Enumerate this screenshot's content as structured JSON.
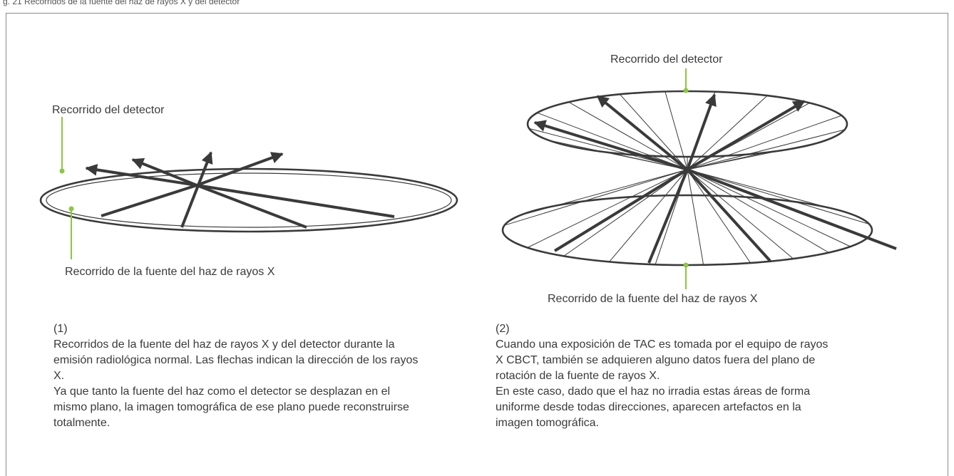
{
  "top_caption": "g. 21 Recorridos de la fuente del haz de rayos X y del detector",
  "figure1": {
    "label_detector": "Recorrido del detector",
    "label_source": "Recorrido de la fuente del haz de rayos X",
    "number": "(1)",
    "paragraph1": "Recorridos de la fuente del haz de rayos X y del detector durante la emisión radiológica normal. Las flechas indican la dirección de los rayos X.",
    "paragraph2": "Ya que tanto la fuente del haz como el detector se desplazan en el mismo plano, la imagen tomográfica de ese plano puede reconstruirse totalmente."
  },
  "figure2": {
    "label_detector": "Recorrido del detector",
    "label_source": "Recorrido de la fuente del haz de rayos X",
    "number": "(2)",
    "paragraph1": "Cuando una exposición de TAC es tomada por el equipo de rayos X CBCT, también se adquieren alguno datos fuera del plano de rotación de la fuente de rayos X.",
    "paragraph2": "En este caso, dado que el haz no irradia estas áreas de forma uniforme desde todas direcciones, aparecen artefactos en la imagen tomográfica."
  },
  "colors": {
    "leader_line": "#8cc63f",
    "outline": "#3a3a3a",
    "arrow": "#3a3a3a"
  }
}
